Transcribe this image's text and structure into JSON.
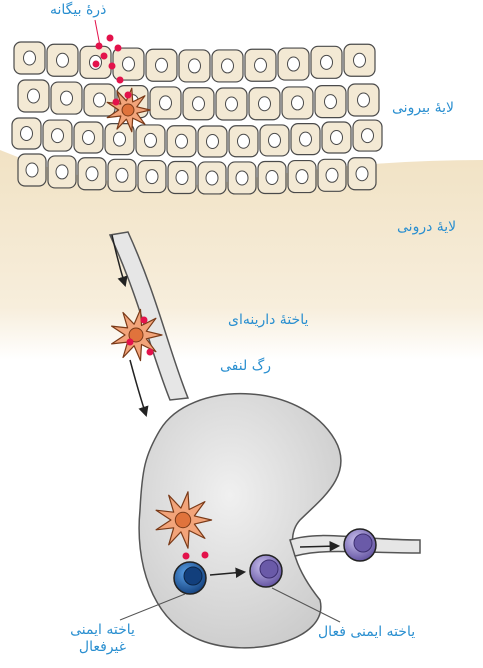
{
  "labels": {
    "foreign_particle": "ذرهٔ بیگانه",
    "outer_layer": "لایهٔ بیرونی",
    "inner_layer": "لایهٔ درونی",
    "dendritic_cell": "یاختهٔ دارینه‌ای",
    "lymph_vessel": "رگ لنفی",
    "inactive_immune_cell_line1": "یاخته ایمنی",
    "inactive_immune_cell_line2": "غیرفعال",
    "active_immune_cell": "یاخته ایمنی فعال"
  },
  "colors": {
    "label_text": "#2a8fd0",
    "cell_fill": "#f3e9d4",
    "cell_stroke": "#4a4a4a",
    "inner_layer": "#f4e7cd",
    "dendritic_cell": "#f2a47a",
    "foreign_particle": "#e3124b",
    "lymph_node": "#dcdcdc",
    "inactive_cell": "#1f5aa6",
    "active_cell": "#8a7cc0"
  }
}
